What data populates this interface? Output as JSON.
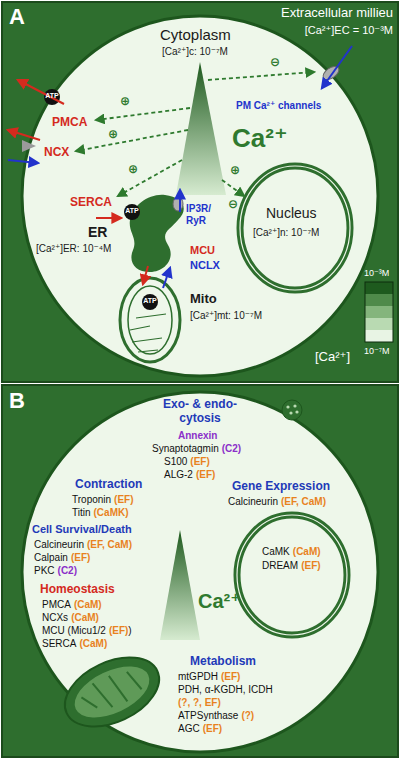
{
  "diagram": {
    "nodes": [
      {
        "text": [
          "A",
          "Extracellular millieu",
          "[Ca²⁺]EC = 10⁻³M"
        ]
      },
      {
        "text": [
          "Cytoplasm",
          "[Ca²⁺]c: 10⁻⁷M",
          "Ca²⁺"
        ],
        "in": 0
      },
      {
        "text": [
          "Nucleus",
          "[Ca²⁺]n: 10⁻⁷M"
        ],
        "in": 1
      },
      {
        "text": [
          "ER",
          "[Ca²⁺]ER: 10⁻⁴M"
        ],
        "in": 1
      },
      {
        "text": [
          "Mito",
          "[Ca²⁺]mt: 10⁻⁷M"
        ],
        "in": 1
      },
      {
        "text": [
          "B"
        ]
      },
      {
        "text": [
          "Ca²⁺"
        ],
        "in": 5
      },
      {
        "text": [
          "Gene Expression"
        ],
        "in": 6
      },
      {
        "text": [
          "Metabolism"
        ],
        "in": 6
      }
    ],
    "labels": [
      "PMCA",
      "ATP",
      "NCX",
      "PM Ca²⁺ channels",
      "IP3R/ RyR",
      "SERCA",
      "ATP",
      "MCU",
      "NCLX",
      "ATP",
      "⊕",
      "⊕",
      "⊖",
      "⊕",
      "⊖",
      "⊕",
      "[Ca²⁺]",
      "Exo- & endo- cytosis",
      "Annexin",
      "Synaptotagmin",
      "(C2)",
      "S100",
      "(EF)",
      "ALG-2",
      "(EF)",
      "Contraction",
      "Troponin",
      "(EF)",
      "Titin",
      "(CaMK)",
      "Calcineurin",
      "(EF, CaM)",
      "CaMK",
      "(CaM)",
      "DREAM",
      "(EF)",
      "Cell Survival/Death",
      "Calcineurin",
      "(EF, CaM)",
      "Calpain",
      "(EF)",
      "PKC",
      "(C2)",
      "Homeostasis",
      "PMCA",
      "(CaM)",
      "NCXs",
      "(CaM)",
      "MCU (Micu1/2",
      "(EF)",
      ")",
      "SERCA",
      "(CaM)",
      "mtGPDH",
      "(EF)",
      "PDH, α-KGDH, ICDH",
      "(?, ?, EF)",
      "ATPSynthase",
      "(?)",
      "AGC",
      "(EF)"
    ],
    "legend": [
      {
        "text": "10⁻³M",
        "color": "#1e5a1e"
      },
      {
        "text": "10⁻⁷M",
        "color": "#e8f4e4"
      }
    ]
  }
}
